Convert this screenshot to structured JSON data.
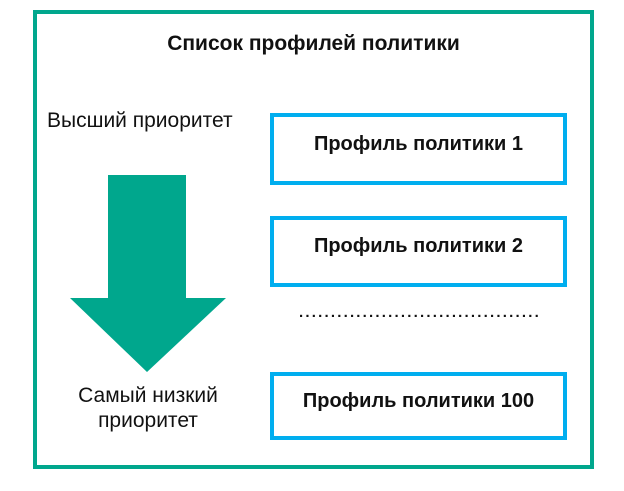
{
  "diagram": {
    "title": "Список профилей политики",
    "labels": {
      "highest_priority": "Высший приоритет",
      "lowest_priority": "Самый низкий приоритет"
    },
    "profiles": [
      "Профиль политики 1",
      "Профиль политики 2",
      "Профиль политики 100"
    ],
    "ellipsis_dots": "..................................................",
    "colors": {
      "frame_border": "#00a78d",
      "arrow_fill": "#00a78d",
      "profile_box_border": "#00aeef",
      "text": "#111111"
    }
  }
}
